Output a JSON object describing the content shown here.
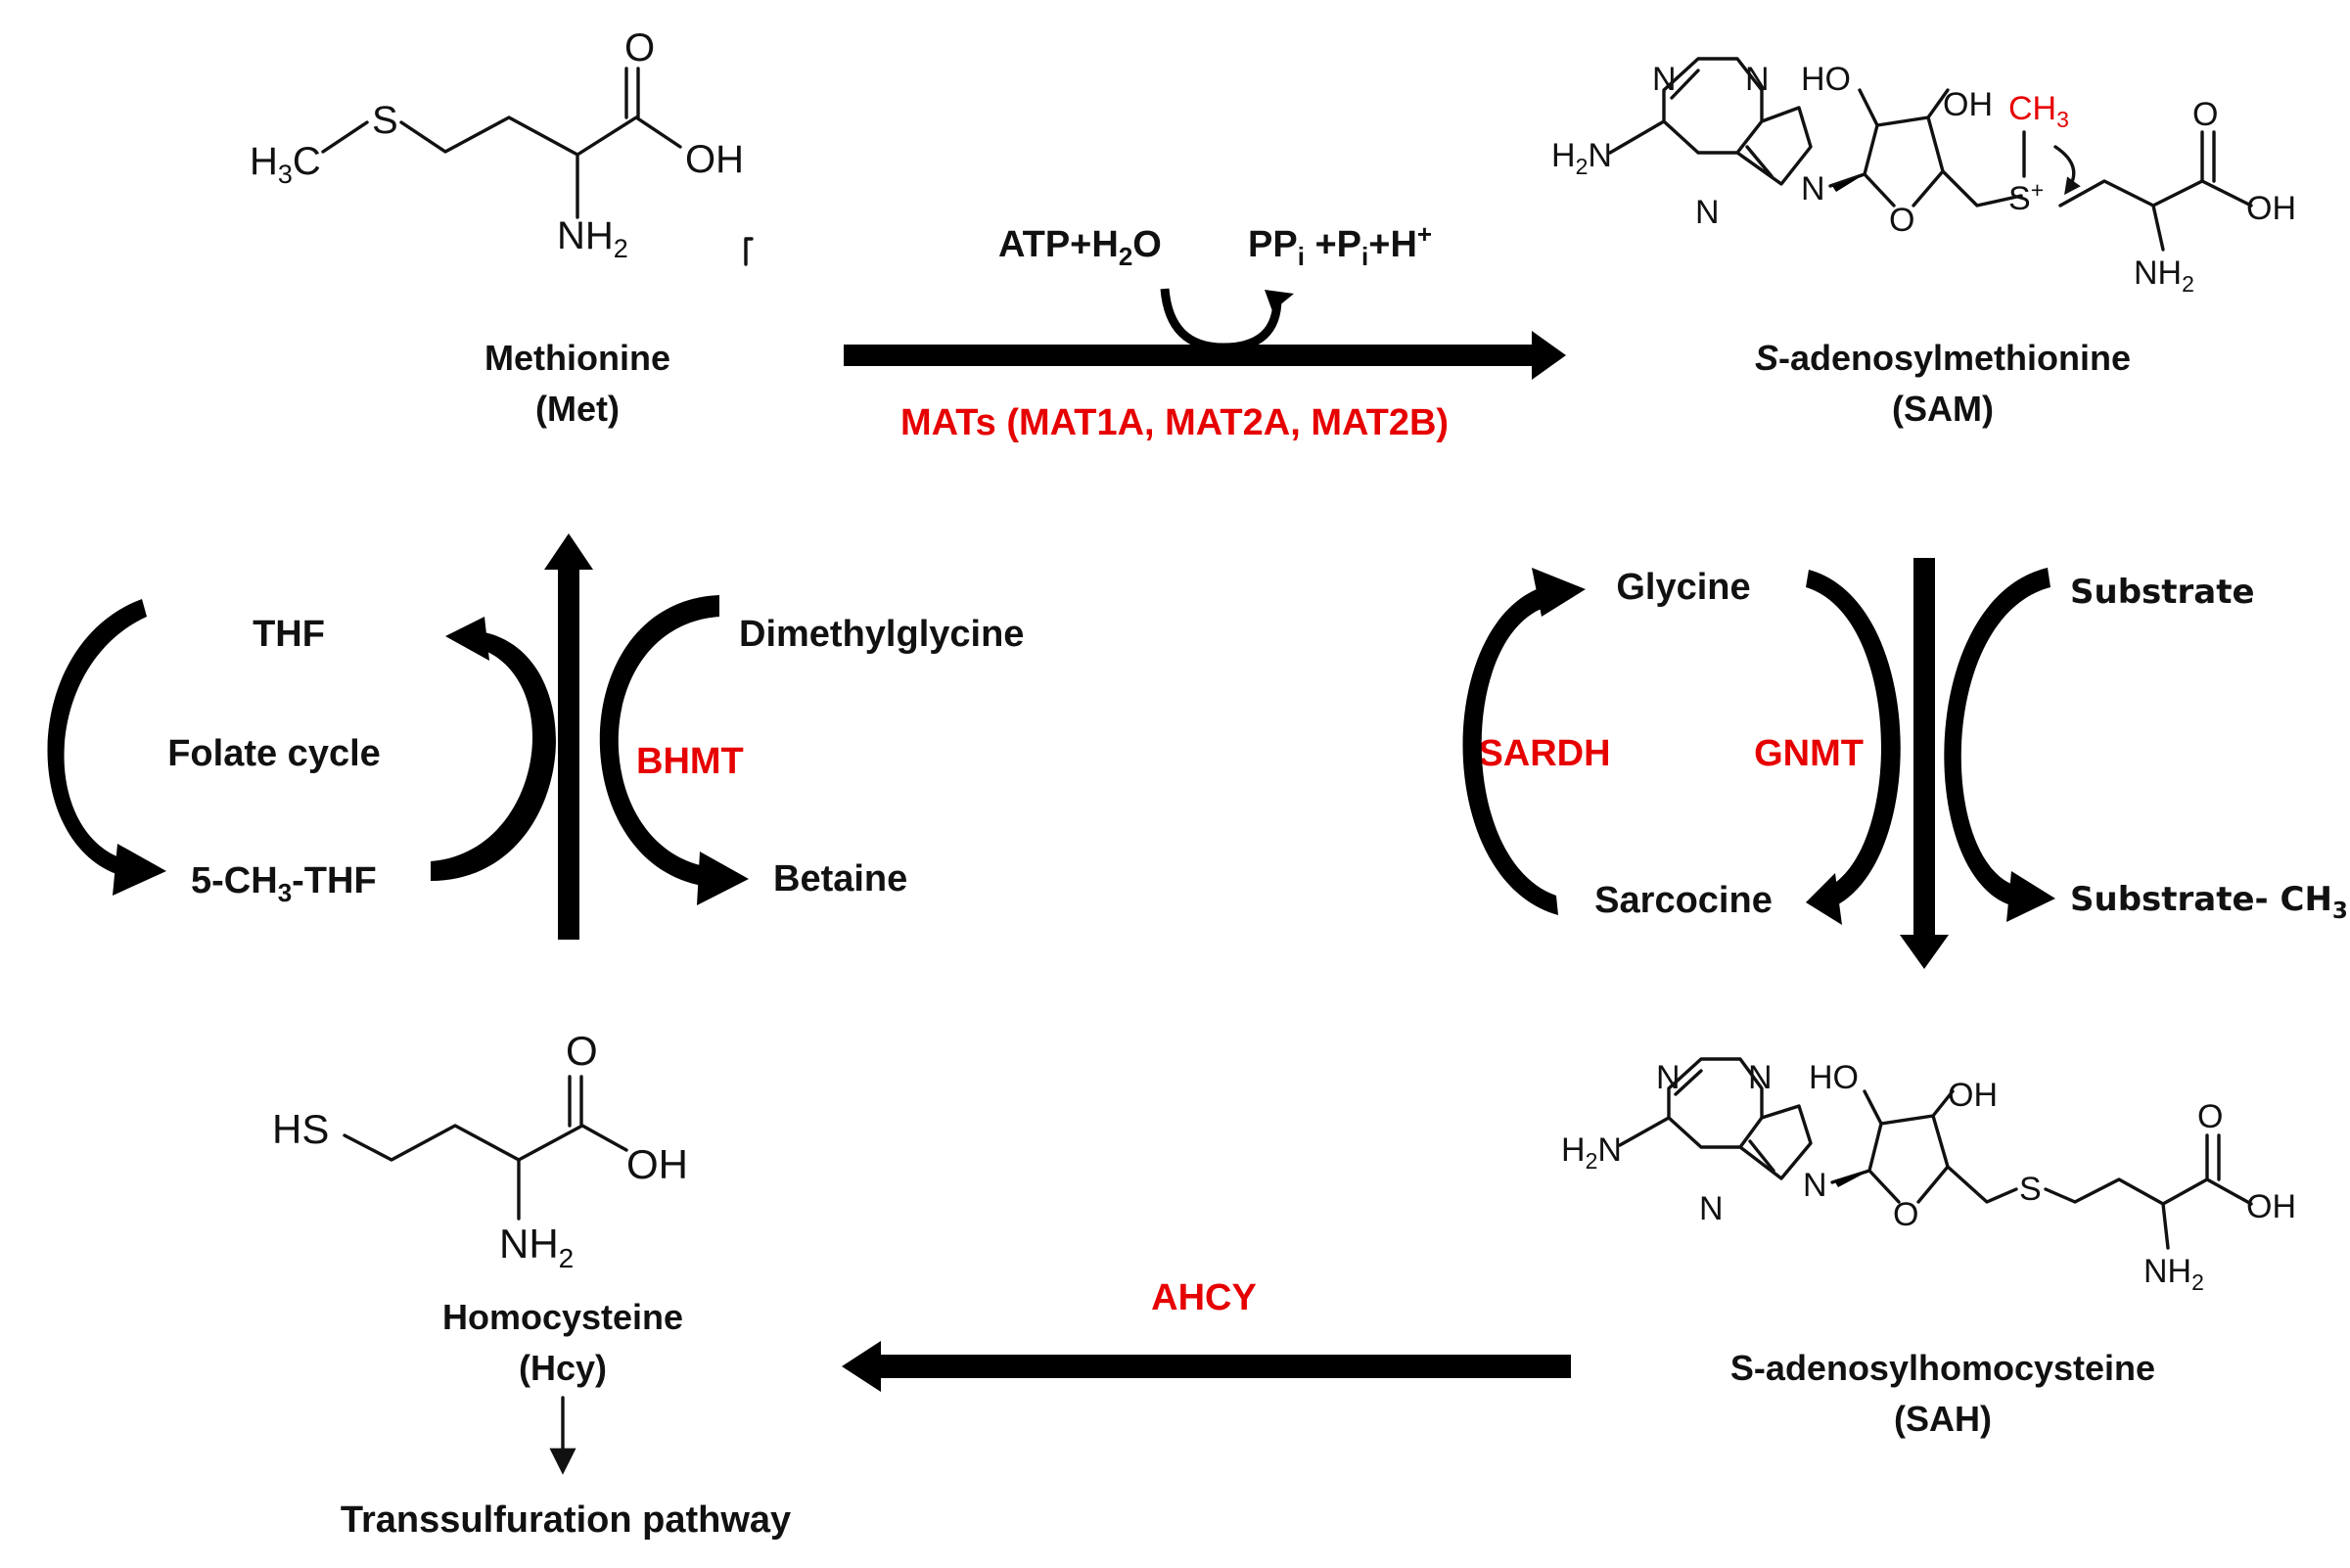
{
  "colors": {
    "text": "#111111",
    "enzyme": "#e60000",
    "arrow": "#000000",
    "background": "#ffffff"
  },
  "methionine": {
    "name": "Methionine",
    "abbr": "(Met)",
    "atoms": {
      "h3c": "H3C",
      "s": "S",
      "o": "O",
      "oh": "OH",
      "nh2": "NH2"
    }
  },
  "sam": {
    "name_italic": "S",
    "name_rest": "-adenosylmethionine",
    "abbr": "(SAM)",
    "ch3": "CH3"
  },
  "sah": {
    "name": "S-adenosylhomocysteine",
    "abbr": "(SAH)"
  },
  "homocysteine": {
    "name": "Homocysteine",
    "abbr": "(Hcy)",
    "atoms": {
      "hs": "HS",
      "o": "O",
      "oh": "OH",
      "nh2": "NH2"
    }
  },
  "transsulfuration": "Transsulfuration pathway",
  "mat_reaction": {
    "reactants": "ATP+H2O",
    "products": "PPi +Pi+H+",
    "enzyme": "MATs (MAT1A, MAT2A, MAT2B)"
  },
  "ahcy": "AHCY",
  "folate": {
    "thf": "THF",
    "cycle": "Folate cycle",
    "methyl_thf": "5-CH3-THF"
  },
  "bhmt": {
    "enzyme": "BHMT",
    "dimethylglycine": "Dimethylglycine",
    "betaine": "Betaine"
  },
  "glycine_loop": {
    "glycine": "Glycine",
    "sarcocine": "Sarcocine",
    "sardh": "SARDH",
    "gnmt": "GNMT"
  },
  "substrate_loop": {
    "substrate": "Substrate",
    "substrate_ch3": "Substrate- CH3"
  },
  "ring_atoms": {
    "n": "N",
    "o": "O",
    "ho": "HO",
    "oh": "OH",
    "h2n": "H2N",
    "s": "S",
    "s_plus": "S+",
    "cooh_oh": "OH",
    "nh2": "NH2"
  }
}
